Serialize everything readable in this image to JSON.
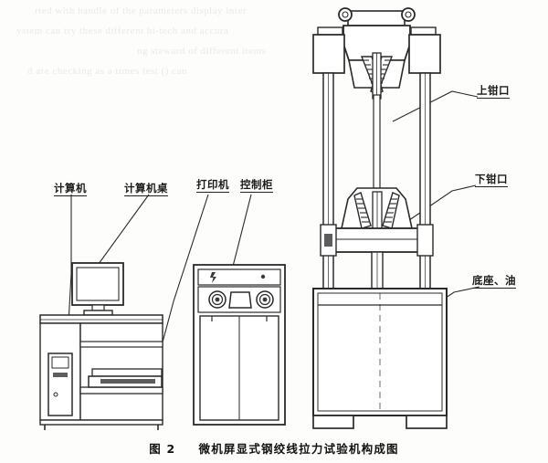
{
  "figure": {
    "caption_number": "图 2",
    "caption_text": "微机屏显式钢绞线拉力试验机构成图"
  },
  "labels": {
    "computer": "计算机",
    "computer_desk": "计算机桌",
    "printer": "打印机",
    "control_cabinet": "控制柜",
    "upper_jaw": "上钳口",
    "lower_jaw": "下钳口",
    "base_oil_tank": "底座、油"
  },
  "colors": {
    "ink": "#2a2a2a",
    "paper": "#fdfdfb",
    "bleed_text": "#e9e9e6",
    "label_text": "#1b1b1b"
  },
  "bleed_through": {
    "line1": "rted with handle of the parameters display inter",
    "line2": "ystem can try these different hi-tech and accura",
    "line3": "ng steward of different items",
    "line4": "d are checking as a times test () can"
  },
  "parts": {
    "monitor": "monitor",
    "tower": "computer-tower",
    "desk": "desk",
    "printer_unit": "printer",
    "cabinet": "control-cabinet",
    "frame": "load-frame",
    "upper_grip": "upper-grip-assembly",
    "lower_grip": "lower-grip-assembly",
    "base_block": "base-oil-tank-block"
  }
}
